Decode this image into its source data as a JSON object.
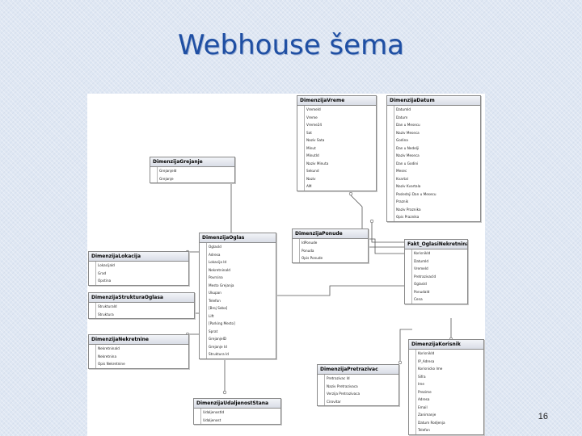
{
  "slide": {
    "title": "Webhouse šema",
    "page_number": "16"
  },
  "tables": [
    {
      "id": "vreme",
      "name": "DimenzijaVreme",
      "fields": [
        {
          "name": "VremeId",
          "pk": true
        },
        {
          "name": "Vreme"
        },
        {
          "name": "Vreme24"
        },
        {
          "name": "Sat"
        },
        {
          "name": "Naziv Sata"
        },
        {
          "name": "Minut"
        },
        {
          "name": "MinutId"
        },
        {
          "name": "Naziv Minuta"
        },
        {
          "name": "Sekund"
        },
        {
          "name": "Naziv"
        },
        {
          "name": "AM"
        }
      ]
    },
    {
      "id": "datum",
      "name": "DimenzijaDatum",
      "fields": [
        {
          "name": "DatumId",
          "pk": true
        },
        {
          "name": "Datum"
        },
        {
          "name": "Dan u Mesecu"
        },
        {
          "name": "Naziv Meseca"
        },
        {
          "name": "Godina"
        },
        {
          "name": "Dan u Nedelji"
        },
        {
          "name": "Naziv Meseca"
        },
        {
          "name": "Dan u Godini"
        },
        {
          "name": "Mesec"
        },
        {
          "name": "Kvartal"
        },
        {
          "name": "Naziv Kvartala"
        },
        {
          "name": "Poslednji Dan u Mesecu"
        },
        {
          "name": "Praznik"
        },
        {
          "name": "Naziv Praznika"
        },
        {
          "name": "Opis Praznika"
        }
      ]
    },
    {
      "id": "grejanje",
      "name": "DimenzijaGrejanje",
      "fields": [
        {
          "name": "GrejanjeId",
          "pk": true
        },
        {
          "name": "Grejanje"
        }
      ]
    },
    {
      "id": "ponude",
      "name": "DimenzijaPonude",
      "fields": [
        {
          "name": "IdPonude",
          "pk": true
        },
        {
          "name": "Ponuda"
        },
        {
          "name": "Opis Ponude"
        }
      ]
    },
    {
      "id": "fakt",
      "name": "Fakt_OglasiNekretnina",
      "fields": [
        {
          "name": "KorisnikId",
          "pk": true
        },
        {
          "name": "DatumId",
          "pk": true
        },
        {
          "name": "VremeId",
          "pk": true
        },
        {
          "name": "PretrazivacId",
          "pk": true
        },
        {
          "name": "OglasId",
          "pk": true
        },
        {
          "name": "PonudaId",
          "pk": true
        },
        {
          "name": "Cena"
        }
      ]
    },
    {
      "id": "oglas",
      "name": "DimenzijaOglas",
      "fields": [
        {
          "name": "OglasId",
          "pk": true
        },
        {
          "name": "Adresa"
        },
        {
          "name": "Lokacija Id"
        },
        {
          "name": "NekretninaId"
        },
        {
          "name": "Povrsina"
        },
        {
          "name": "Mesto Grejanja"
        },
        {
          "name": "Ukupan"
        },
        {
          "name": "Telefon"
        },
        {
          "name": "[Broj Soba]"
        },
        {
          "name": "Lift"
        },
        {
          "name": "[Parking Mesto]"
        },
        {
          "name": "Sprat"
        },
        {
          "name": "GrejanjeID"
        },
        {
          "name": "Grejanje Id"
        },
        {
          "name": "Struktura Id"
        }
      ]
    },
    {
      "id": "lokacija",
      "name": "DimenzijaLokacija",
      "fields": [
        {
          "name": "LokacijaId",
          "pk": true
        },
        {
          "name": "Grad"
        },
        {
          "name": "Opstina"
        }
      ]
    },
    {
      "id": "struktura",
      "name": "DimenzijaStrukturaOglasa",
      "fields": [
        {
          "name": "StrukturaId",
          "pk": true
        },
        {
          "name": "Struktura"
        }
      ]
    },
    {
      "id": "nekretnine",
      "name": "DimenzijaNekretnine",
      "fields": [
        {
          "name": "NekretninaId",
          "pk": true
        },
        {
          "name": "Nekretnina"
        },
        {
          "name": "Opis Nekretnine"
        }
      ]
    },
    {
      "id": "korisnik",
      "name": "DimenzijaKorisnik",
      "fields": [
        {
          "name": "KorisnikId",
          "pk": true
        },
        {
          "name": "IP_Adresa"
        },
        {
          "name": "Korisnicko Ime"
        },
        {
          "name": "Sifra"
        },
        {
          "name": "Ime"
        },
        {
          "name": "Prezime"
        },
        {
          "name": "Adresa"
        },
        {
          "name": "Email"
        },
        {
          "name": "Zanimanje"
        },
        {
          "name": "Datum Rodjenja"
        },
        {
          "name": "Telefon"
        }
      ]
    },
    {
      "id": "pretrazivac",
      "name": "DimenzijaPretrazivac",
      "fields": [
        {
          "name": "Pretrazivac Id",
          "pk": true
        },
        {
          "name": "Naziv Pretrazivaca"
        },
        {
          "name": "Verzija Pretrazivaca"
        },
        {
          "name": "Cirovitar"
        }
      ]
    },
    {
      "id": "udaljenost",
      "name": "DimenzijaUdaljenostStana",
      "fields": [
        {
          "name": "UdaljenostId",
          "pk": true
        },
        {
          "name": "Udaljenost"
        }
      ]
    }
  ]
}
